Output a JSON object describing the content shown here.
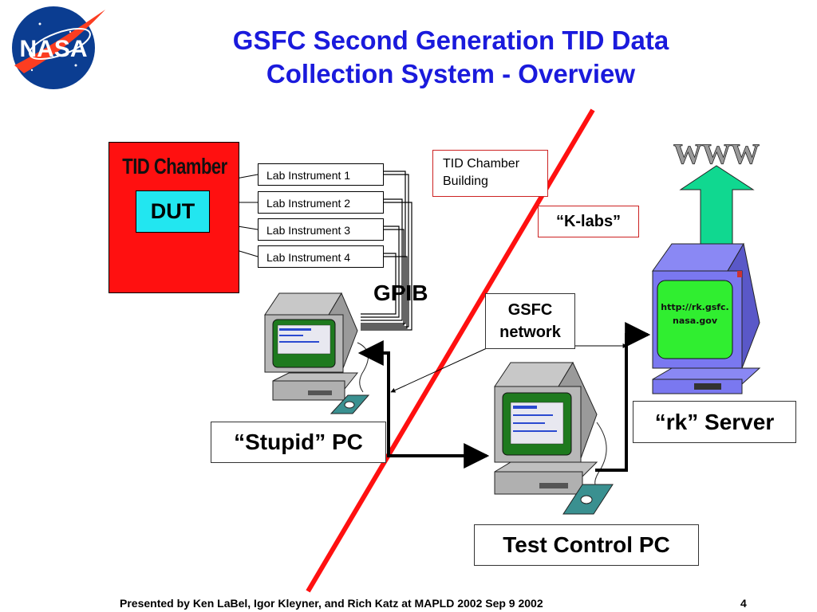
{
  "title": {
    "line1": "GSFC Second Generation TID Data",
    "line2": "Collection System - Overview"
  },
  "logo": {
    "text": "NASA"
  },
  "chamber": {
    "label": "TID Chamber",
    "dut": "DUT"
  },
  "instruments": [
    {
      "label": "Lab Instrument 1"
    },
    {
      "label": "Lab Instrument 2"
    },
    {
      "label": "Lab Instrument 3"
    },
    {
      "label": "Lab Instrument 4"
    }
  ],
  "bus_label": "GPIB",
  "building": {
    "line1": "TID Chamber",
    "line2": "Building"
  },
  "klabs": "“K-labs”",
  "network": {
    "line1": "GSFC",
    "line2": "network"
  },
  "www": "WWW",
  "server_screen": {
    "line1": "http://rk.gsfc.",
    "line2": "nasa.gov"
  },
  "labels": {
    "stupid_pc": "“Stupid” PC",
    "rk_server": "“rk” Server",
    "test_pc": "Test Control PC"
  },
  "footer": "Presented by Ken LaBel, Igor Kleyner, and Rich Katz at MAPLD 2002 Sep 9 2002",
  "page_number": "4",
  "colors": {
    "title": "#1a1adc",
    "chamber": "#ff1010",
    "dut": "#22e6f0",
    "divider": "#ff1010",
    "www_arrow": "#10d890",
    "server": "#7a78f0",
    "server_screen": "#30ee30",
    "pc_screen": "#1e7a1e"
  }
}
